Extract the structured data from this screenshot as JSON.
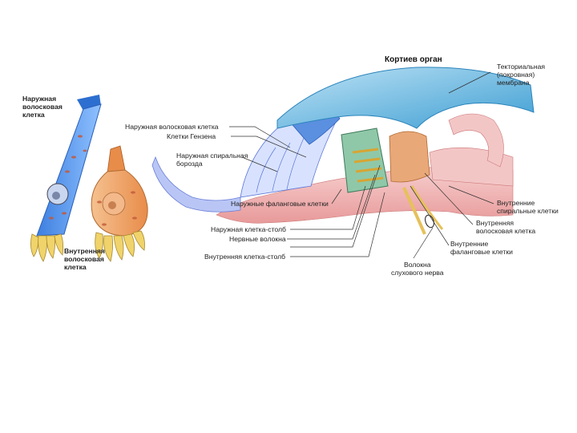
{
  "title": "Кортиев орган",
  "outer_hair_cell_side": [
    "Наружная",
    "волосковая",
    "клетка"
  ],
  "inner_hair_cell_side": [
    "Внутренняя",
    "волосковая",
    "клетка"
  ],
  "labels": {
    "outer_hair_cell": "Наружная волосковая клетка",
    "hensen_cells": "Клетки Гензена",
    "outer_spiral_sulcus": [
      "Наружная спиральная",
      "борозда"
    ],
    "tectorial_membrane": [
      "Текториальная",
      "(покровная)",
      "мембрана"
    ],
    "inner_spiral_cells": [
      "Внутренние",
      "спиральные клетки"
    ],
    "inner_hair_cell": [
      "Внутренняя",
      "волосковая клетка"
    ],
    "inner_phalangeal_cells": [
      "Внутренние",
      "фаланговые клетки"
    ],
    "outer_phalangeal_cells": "Наружные фаланговые клетки",
    "outer_pillar_cell": "Наружная клетка-столб",
    "nerve_fibers": "Нервные волокна",
    "inner_pillar_cell": "Внутренняя клетка-столб",
    "auditory_nerve_fibers": [
      "Волокна",
      "слухового нерва"
    ]
  },
  "colors": {
    "membrane": "#4aa8d8",
    "outer_cells": "#5b8fe0",
    "pink_tissue": "#f2b5b5",
    "orange_cell": "#f0a060",
    "pillar": "#5fa888",
    "nerve": "#e6c15a"
  }
}
